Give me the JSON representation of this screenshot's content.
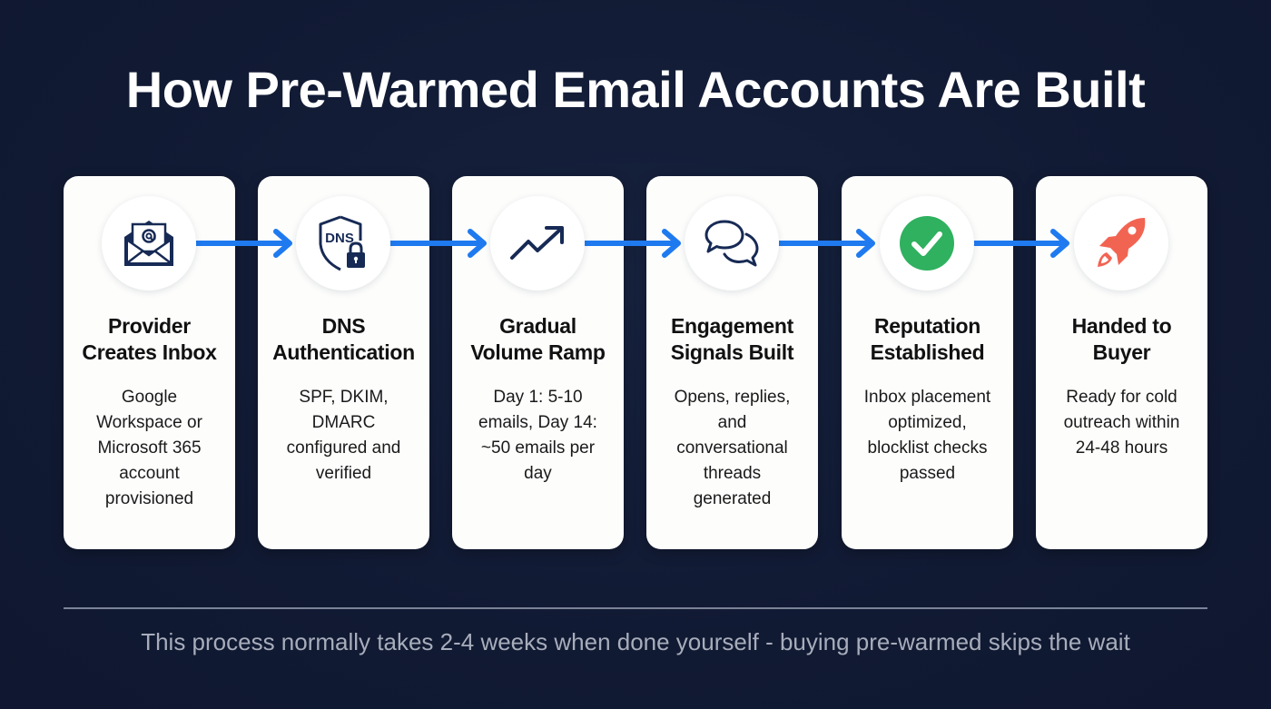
{
  "title": "How Pre-Warmed Email Accounts Are Built",
  "colors": {
    "background": "#111c35",
    "card": "#fdfdfc",
    "arrow": "#1f7af0",
    "icon_navy": "#172a55",
    "check_green": "#2fb15f",
    "rocket_coral": "#f26452",
    "footnote": "#a7adbb"
  },
  "steps": [
    {
      "icon": "open-envelope-at-icon",
      "title_line1": "Provider",
      "title_line2": "Creates Inbox",
      "desc_lines": [
        "Google",
        "Workspace or",
        "Microsoft 365",
        "account",
        "provisioned"
      ]
    },
    {
      "icon": "dns-shield-lock-icon",
      "title_line1": "DNS",
      "title_line2": "Authentication",
      "desc_lines": [
        "SPF, DKIM,",
        "DMARC",
        "configured and",
        "verified"
      ]
    },
    {
      "icon": "trending-up-arrow-icon",
      "title_line1": "Gradual",
      "title_line2": "Volume Ramp",
      "desc_lines": [
        "Day 1: 5-10",
        "emails, Day 14:",
        "~50 emails per",
        "day"
      ]
    },
    {
      "icon": "chat-bubbles-icon",
      "title_line1": "Engagement",
      "title_line2": "Signals Built",
      "desc_lines": [
        "Opens, replies,",
        "and",
        "conversational",
        "threads",
        "generated"
      ]
    },
    {
      "icon": "green-checkmark-icon",
      "title_line1": "Reputation",
      "title_line2": "Established",
      "desc_lines": [
        "Inbox placement",
        "optimized,",
        "blocklist checks",
        "passed"
      ]
    },
    {
      "icon": "rocket-icon",
      "title_line1": "Handed to",
      "title_line2": "Buyer",
      "desc_lines": [
        "Ready for cold",
        "outreach within",
        "24-48 hours"
      ]
    }
  ],
  "footnote": "This process normally takes 2-4 weeks when done yourself - buying pre-warmed skips the wait"
}
